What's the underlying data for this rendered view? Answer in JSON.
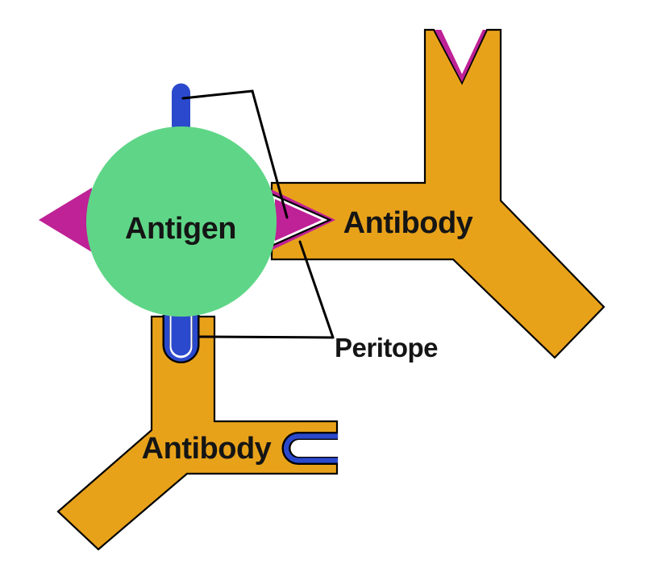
{
  "diagram": {
    "labels": {
      "antigen": "Antigen",
      "antibody_right": "Antibody",
      "antibody_bottom": "Antibody",
      "binding_site": "Peritope"
    },
    "colors": {
      "antigen_green": "#5fd687",
      "epitope_magenta": "#bf2196",
      "antibody_orange": "#e8a21a",
      "epitope_blue": "#2b49cc",
      "white": "#ffffff",
      "outline": "#000000",
      "text": "#151515"
    }
  }
}
